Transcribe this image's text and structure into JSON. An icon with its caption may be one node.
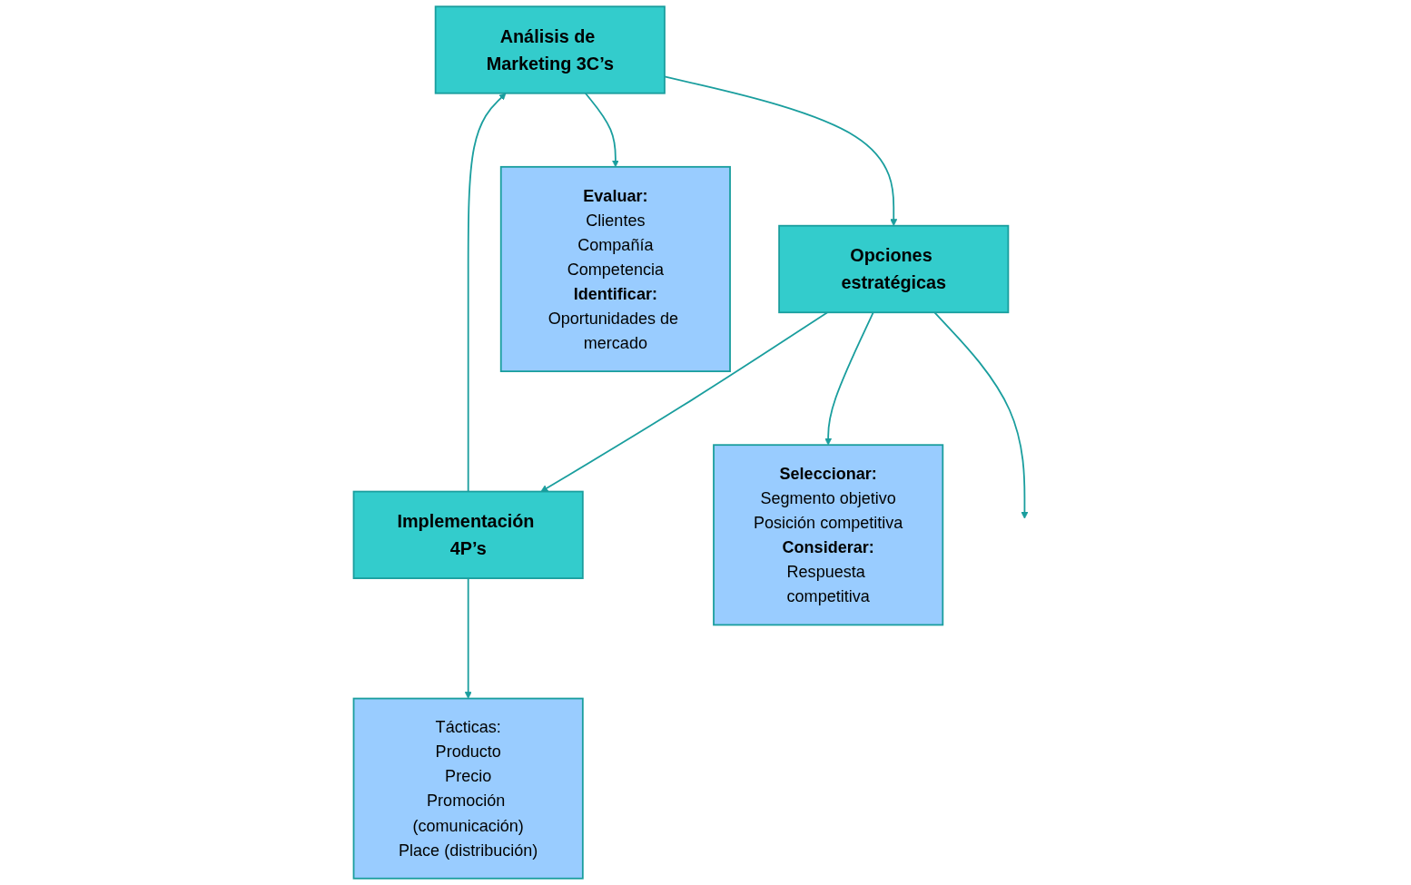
{
  "diagram": {
    "nodes": [
      {
        "text": [
          "Análisis de Marketing 3C’s"
        ]
      },
      {
        "text": [
          "Opciones estratégicas"
        ]
      },
      {
        "text": [
          "Implementación 4P’s"
        ]
      },
      {
        "text": [
          "Evaluar:",
          "Clientes",
          "Compañía",
          "Competencia",
          "Identificar:",
          "Oportunidades de mercado"
        ]
      },
      {
        "text": [
          "Seleccionar:",
          "Segmento objetivo",
          "Posición competitiva",
          "Considerar:",
          "Respuesta competitiva"
        ]
      },
      {
        "text": [
          "Tácticas:",
          "Producto",
          "Precio",
          "Promoción (comunicación)",
          "Place (distribución)"
        ]
      }
    ],
    "edges": [
      {
        "from": 0,
        "to": 1,
        "arrow": "to"
      },
      {
        "from": 1,
        "to": 2,
        "arrow": "to"
      },
      {
        "from": 0,
        "to": 3,
        "arrow": "to"
      },
      {
        "from": 1,
        "to": 4,
        "arrow": "to"
      },
      {
        "from": 2,
        "to": 5,
        "arrow": "to"
      },
      {
        "from": 2,
        "to": 0,
        "arrow": "to"
      },
      {
        "from": 1,
        "to": null,
        "arrow": "to"
      }
    ]
  }
}
